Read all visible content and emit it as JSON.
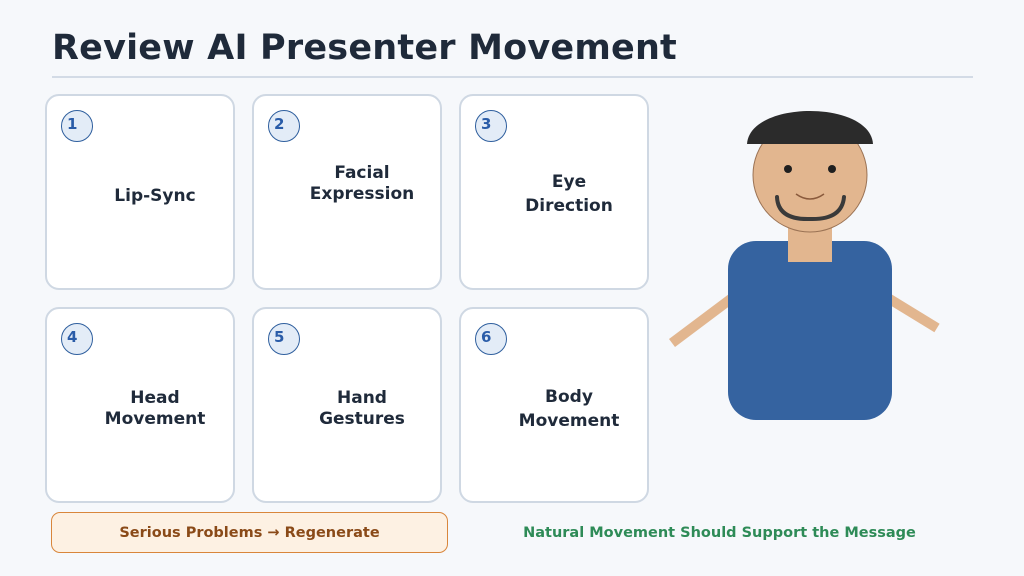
{
  "title": "Review AI Presenter Movement",
  "cards": [
    {
      "number": "1",
      "label": "Lip-Sync"
    },
    {
      "number": "2",
      "label": "Facial\nExpression"
    },
    {
      "number": "3",
      "label": "Eye\nDirection"
    },
    {
      "number": "4",
      "label": "Head\nMovement"
    },
    {
      "number": "5",
      "label": "Hand\nGestures"
    },
    {
      "number": "6",
      "label": "Body\nMovement"
    }
  ],
  "warning": "Serious Problems → Regenerate",
  "note": "Natural Movement Should Support the Message",
  "colors": {
    "accent_blue": "#2a5ca8",
    "warning_orange": "#d9863b",
    "positive_green": "#2e8b57",
    "shirt": "#3563a0",
    "skin": "#e2b68f",
    "hair": "#2b2b2b"
  },
  "icons": [
    "presenter-avatar-illustration"
  ]
}
